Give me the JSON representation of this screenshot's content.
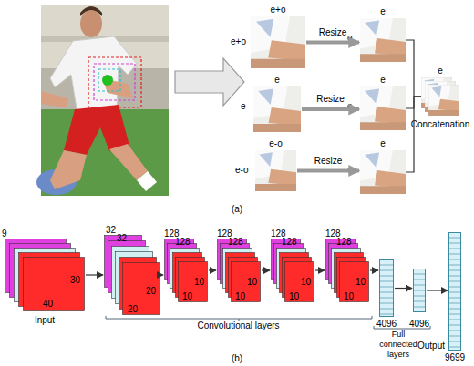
{
  "diagram": {
    "nodes": [
      {
        "text": [
          "e+o",
          "e+o"
        ]
      },
      {
        "text": [
          "e",
          "e"
        ]
      },
      {
        "text": [
          "e-o",
          "e-o"
        ]
      },
      {
        "text": [
          "e",
          "e"
        ]
      },
      {
        "text": [
          "e",
          "e"
        ]
      },
      {
        "text": [
          "e",
          "e"
        ]
      },
      {
        "text": [
          "e",
          "Concatenation"
        ]
      },
      {
        "text": [
          "9",
          "30",
          "40",
          "Input"
        ]
      },
      {
        "text": [
          "32",
          "32",
          "20",
          "20"
        ]
      },
      {
        "text": [
          "128",
          "128",
          "10",
          "10"
        ]
      },
      {
        "text": [
          "128",
          "128",
          "10",
          "10"
        ]
      },
      {
        "text": [
          "128",
          "128",
          "10",
          "10"
        ]
      },
      {
        "text": [
          "128",
          "128",
          "10",
          "10"
        ]
      },
      {
        "text": [
          "4096"
        ]
      },
      {
        "text": [
          "4096"
        ]
      },
      {
        "text": [
          "Output",
          "9699"
        ]
      }
    ],
    "edges": [
      {
        "from": 0,
        "to": 3,
        "label": "Resize",
        "arrow": "to"
      },
      {
        "from": 1,
        "to": 4,
        "label": "Resize",
        "arrow": "to"
      },
      {
        "from": 2,
        "to": 5,
        "label": "Resize",
        "arrow": "to"
      },
      {
        "from": 3,
        "to": 6,
        "arrow": "none"
      },
      {
        "from": 4,
        "to": 6,
        "arrow": "none"
      },
      {
        "from": 5,
        "to": 6,
        "arrow": "none"
      },
      {
        "from": 7,
        "to": 8,
        "arrow": "to"
      },
      {
        "from": 8,
        "to": 9,
        "arrow": "to"
      },
      {
        "from": 9,
        "to": 10,
        "arrow": "to"
      },
      {
        "from": 10,
        "to": 11,
        "arrow": "to"
      },
      {
        "from": 11,
        "to": 12,
        "arrow": "to"
      },
      {
        "from": 12,
        "to": 13,
        "arrow": "to"
      },
      {
        "from": 13,
        "to": 14,
        "arrow": "to"
      },
      {
        "from": 14,
        "to": 15,
        "arrow": "to"
      }
    ],
    "labels": [
      "(a)",
      "Convolutional layers",
      "Full connected layers",
      "(b)"
    ]
  }
}
